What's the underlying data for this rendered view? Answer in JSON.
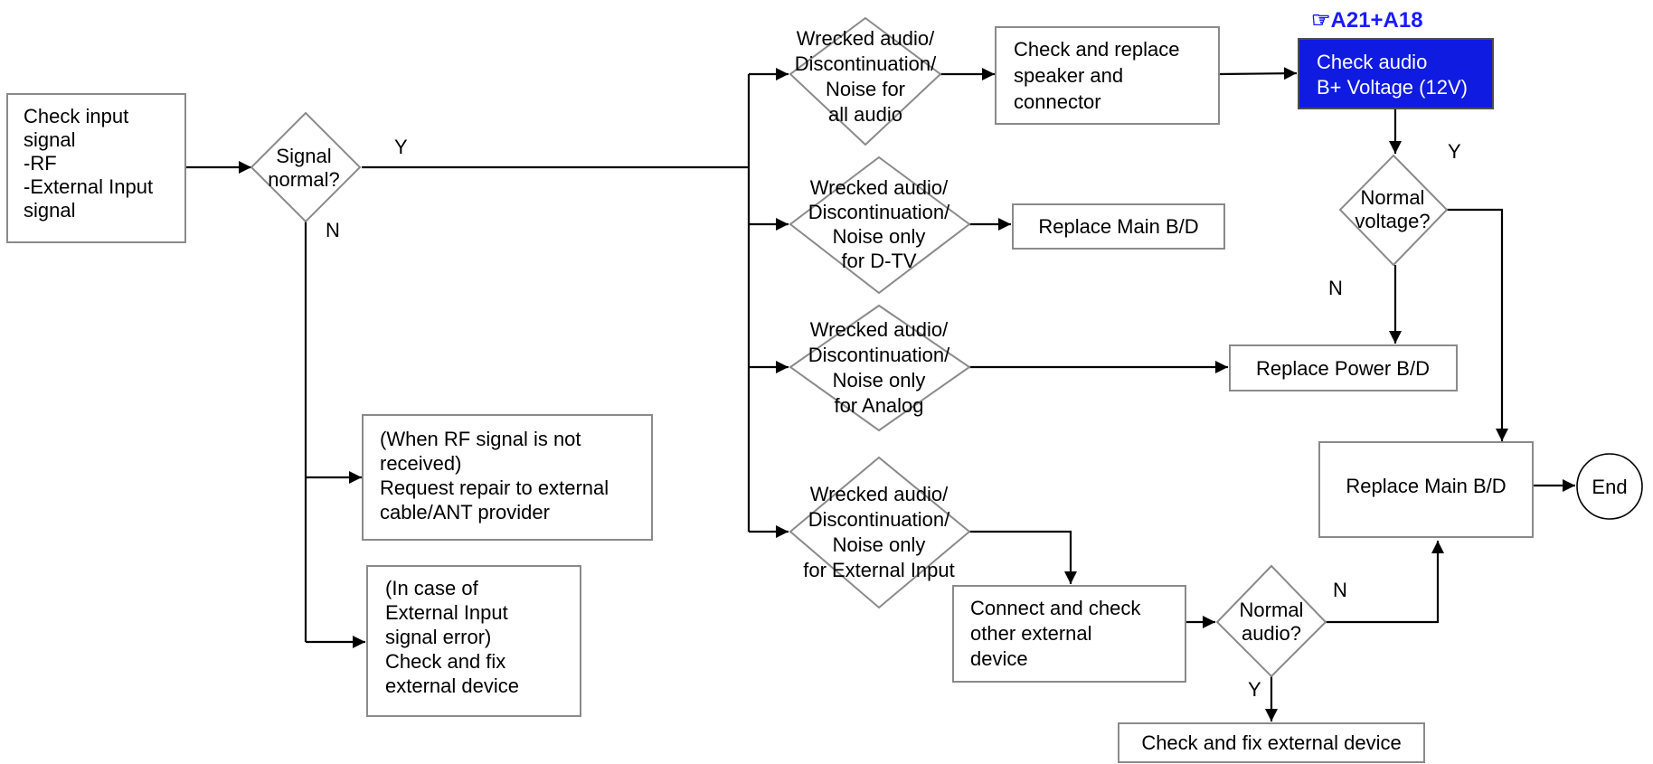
{
  "colors": {
    "highlight_fill": "#0f1be0",
    "highlight_text": "#ffffff",
    "reference": "#1a1aff",
    "border": "#8a8a8a"
  },
  "reference_tag": {
    "icon": "hand-pointing-icon",
    "text": "☞A21+A18"
  },
  "nodes": {
    "check_input": [
      "Check input",
      "signal",
      "-RF",
      "-External Input",
      "signal"
    ],
    "signal_normal": [
      "Signal",
      "normal?"
    ],
    "rf_not_received": [
      "(When RF signal is not",
      "received)",
      "Request repair to external",
      "cable/ANT provider"
    ],
    "ext_input_error": [
      "(In case of",
      "External Input",
      "signal error)",
      "Check and fix",
      "external device"
    ],
    "d_all_audio": [
      "Wrecked audio/",
      "Discontinuation/",
      "Noise for",
      "all audio"
    ],
    "d_dtv": [
      "Wrecked audio/",
      "Discontinuation/",
      "Noise only",
      "for D-TV"
    ],
    "d_analog": [
      "Wrecked audio/",
      "Discontinuation/",
      "Noise only",
      "for Analog"
    ],
    "d_external": [
      "Wrecked audio/",
      "Discontinuation/",
      "Noise only",
      "for External Input"
    ],
    "check_speaker": [
      "Check and replace",
      "speaker and",
      "connector"
    ],
    "check_audio_voltage": [
      "Check audio",
      "B+ Voltage (12V)"
    ],
    "normal_voltage": [
      "Normal",
      "voltage?"
    ],
    "replace_main_1": "Replace Main B/D",
    "replace_power": "Replace Power B/D",
    "replace_main_2": "Replace Main B/D",
    "end": "End",
    "connect_check": [
      "Connect and check",
      "other external",
      "device"
    ],
    "normal_audio": [
      "Normal",
      "audio?"
    ],
    "check_fix_ext": "Check and fix external device"
  },
  "edge_labels": {
    "signal_yes": "Y",
    "signal_no": "N",
    "voltage_yes": "Y",
    "voltage_no": "N",
    "audio_no": "N",
    "audio_yes": "Y"
  }
}
